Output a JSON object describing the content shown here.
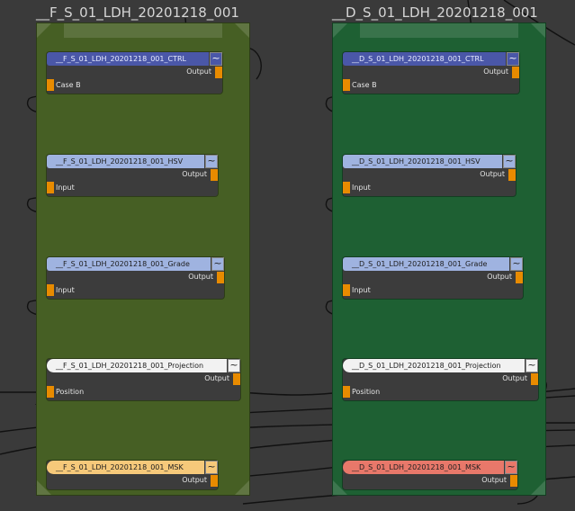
{
  "colors": {
    "canvas": "#3a3a3a",
    "backdrop_left": "#465f24",
    "backdrop_right": "#1e6033",
    "header_ctrl": "#4a57a8",
    "header_hsv": "#9fb3e0",
    "header_grade": "#9fb3e0",
    "header_projection": "#f2f2f2",
    "header_msk_left": "#f6c97a",
    "header_msk_right": "#e8786a",
    "port": "#e88b00",
    "wire": "#111111"
  },
  "backdrops": [
    {
      "title": "__F_S_01_LDH_20201218_001",
      "nodes": [
        {
          "label": "__F_S_01_LDH_20201218_001_CTRL",
          "tilde": "~",
          "output": "Output",
          "input": "Case B"
        },
        {
          "label": "__F_S_01_LDH_20201218_001_HSV",
          "tilde": "~",
          "output": "Output",
          "input": "Input"
        },
        {
          "label": "__F_S_01_LDH_20201218_001_Grade",
          "tilde": "~",
          "output": "Output",
          "input": "Input"
        },
        {
          "label": "__F_S_01_LDH_20201218_001_Projection",
          "tilde": "~",
          "output": "Output",
          "input": "Position"
        },
        {
          "label": "__F_S_01_LDH_20201218_001_MSK",
          "tilde": "~",
          "output": "Output"
        }
      ]
    },
    {
      "title": "__D_S_01_LDH_20201218_001",
      "nodes": [
        {
          "label": "__D_S_01_LDH_20201218_001_CTRL",
          "tilde": "~",
          "output": "Output",
          "input": "Case B"
        },
        {
          "label": "__D_S_01_LDH_20201218_001_HSV",
          "tilde": "~",
          "output": "Output",
          "input": "Input"
        },
        {
          "label": "__D_S_01_LDH_20201218_001_Grade",
          "tilde": "~",
          "output": "Output",
          "input": "Input"
        },
        {
          "label": "__D_S_01_LDH_20201218_001_Projection",
          "tilde": "~",
          "output": "Output",
          "input": "Position"
        },
        {
          "label": "__D_S_01_LDH_20201218_001_MSK",
          "tilde": "~",
          "output": "Output"
        }
      ]
    }
  ]
}
